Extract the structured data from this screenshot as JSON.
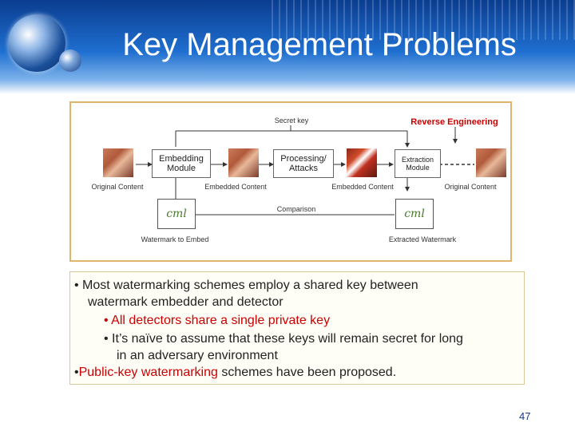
{
  "slide": {
    "title": "Key Management Problems",
    "page_number": "47"
  },
  "diagram": {
    "secret_key": "Secret key",
    "reverse_engineering": "Reverse Engineering",
    "embedding_module": "Embedding Module",
    "processing_attacks": "Processing/ Attacks",
    "extraction_module": "Extraction Module",
    "original_content_left": "Original Content",
    "embedded_content_1": "Embedded Content",
    "embedded_content_2": "Embedded Content",
    "original_content_right": "Original Content",
    "comparison": "Comparison",
    "watermark_to_embed": "Watermark to Embed",
    "extracted_watermark": "Extracted Watermark",
    "watermark_logo_text": "cml"
  },
  "bullets": {
    "b1_line1": "• Most watermarking schemes employ a shared key between",
    "b1_line2": "watermark embedder and detector",
    "b2": "• All detectors share a single private key",
    "b3_line1": "• It’s naïve to assume that these keys will remain secret for long",
    "b3_line2": "in an adversary environment",
    "b4_prefix": "•",
    "b4_red": "Public-key watermarking",
    "b4_suffix": " schemes have been proposed."
  },
  "colors": {
    "header_dark": "#0a3d8f",
    "header_light": "#7fb3ea",
    "accent_red": "#cc0000",
    "diagram_border": "#e0b46a"
  }
}
